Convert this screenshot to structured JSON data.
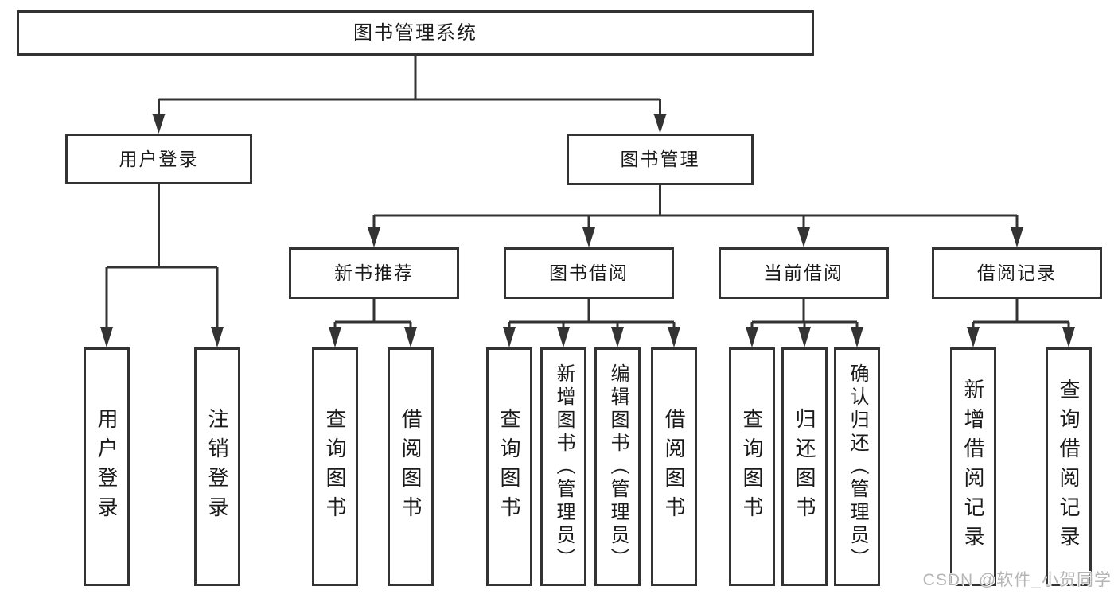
{
  "nodes": {
    "root": "图书管理系统",
    "user_login": {
      "label": "用户登录",
      "children": [
        "用户登录",
        "注销登录"
      ]
    },
    "book_mgmt": {
      "label": "图书管理"
    },
    "new_book": {
      "label": "新书推荐",
      "children": [
        "查询图书",
        "借阅图书"
      ]
    },
    "borrow": {
      "label": "图书借阅",
      "children": [
        "查询图书",
        "新增图书（管理员）",
        "编辑图书（管理员）",
        "借阅图书"
      ]
    },
    "current": {
      "label": "当前借阅",
      "children": [
        "查询图书",
        "归还图书",
        "确认归还（管理员）"
      ]
    },
    "records": {
      "label": "借阅记录",
      "children": [
        "新增借阅记录",
        "查询借阅记录"
      ]
    }
  },
  "watermark": {
    "text": "CSDN @软件_小贺同学"
  },
  "colors": {
    "line": "#333333",
    "text": "#1a1a1a",
    "box_bg": "#ffffff",
    "watermark": "#b5b5b5"
  }
}
